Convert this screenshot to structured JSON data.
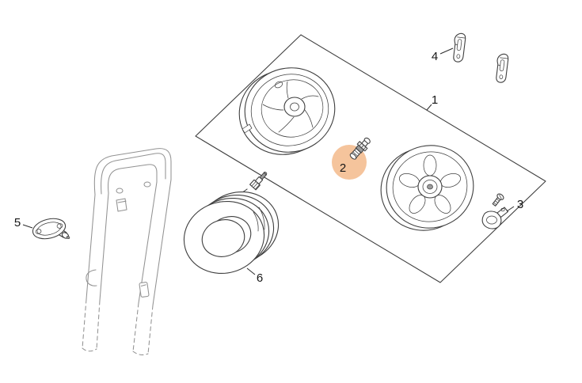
{
  "diagram": {
    "type": "exploded-parts-diagram",
    "background_color": "#ffffff",
    "line_color": "#3f3f3f",
    "secondary_line_color": "#929292",
    "highlight": {
      "color": "#f5c49c",
      "callout": "2",
      "shape": "circle"
    },
    "callouts": [
      {
        "label": "1"
      },
      {
        "label": "2"
      },
      {
        "label": "3"
      },
      {
        "label": "4"
      },
      {
        "label": "5"
      },
      {
        "label": "6"
      }
    ]
  }
}
